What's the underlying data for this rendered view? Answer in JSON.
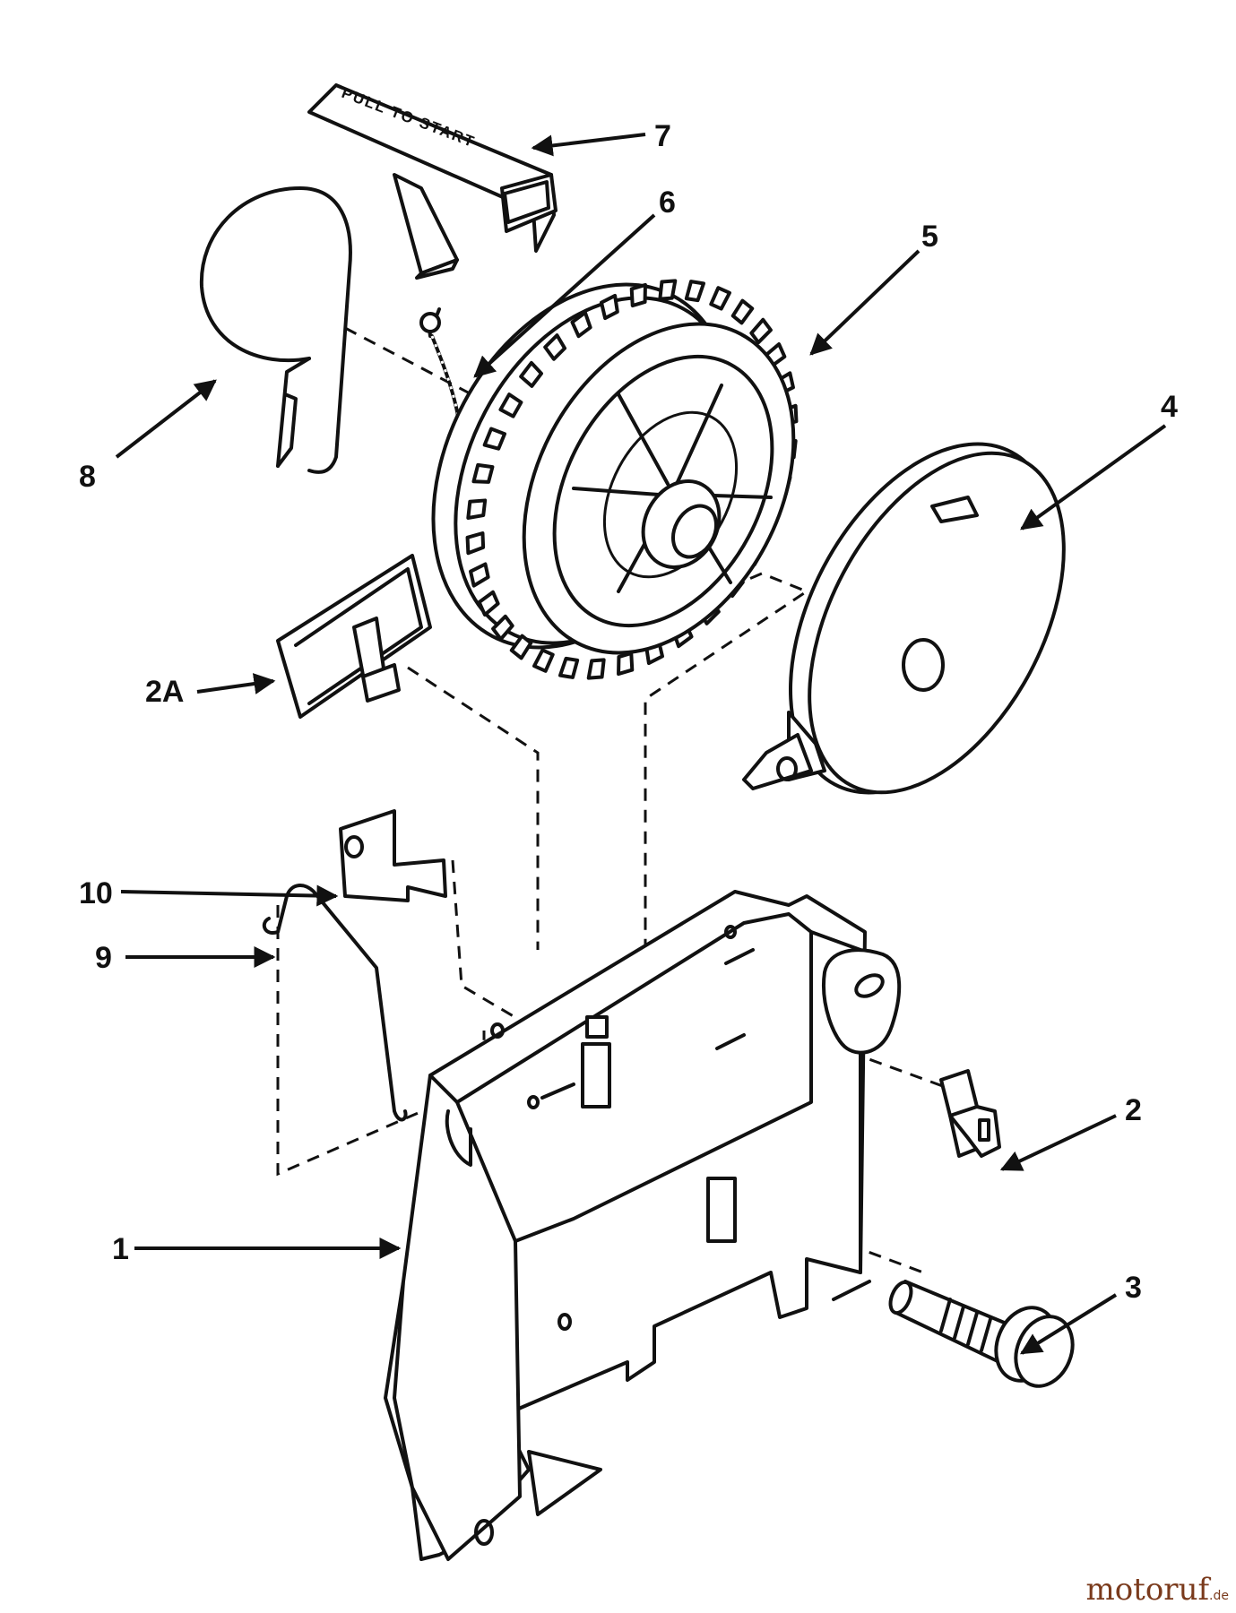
{
  "diagram": {
    "handle_text": "PULL TO START",
    "callouts": {
      "p1": "1",
      "p2": "2",
      "p2a": "2A",
      "p3": "3",
      "p4": "4",
      "p5": "5",
      "p6": "6",
      "p7": "7",
      "p8": "8",
      "p9": "9",
      "p10": "10"
    }
  },
  "watermark": {
    "text": "motoruf",
    "suffix": ".de"
  }
}
